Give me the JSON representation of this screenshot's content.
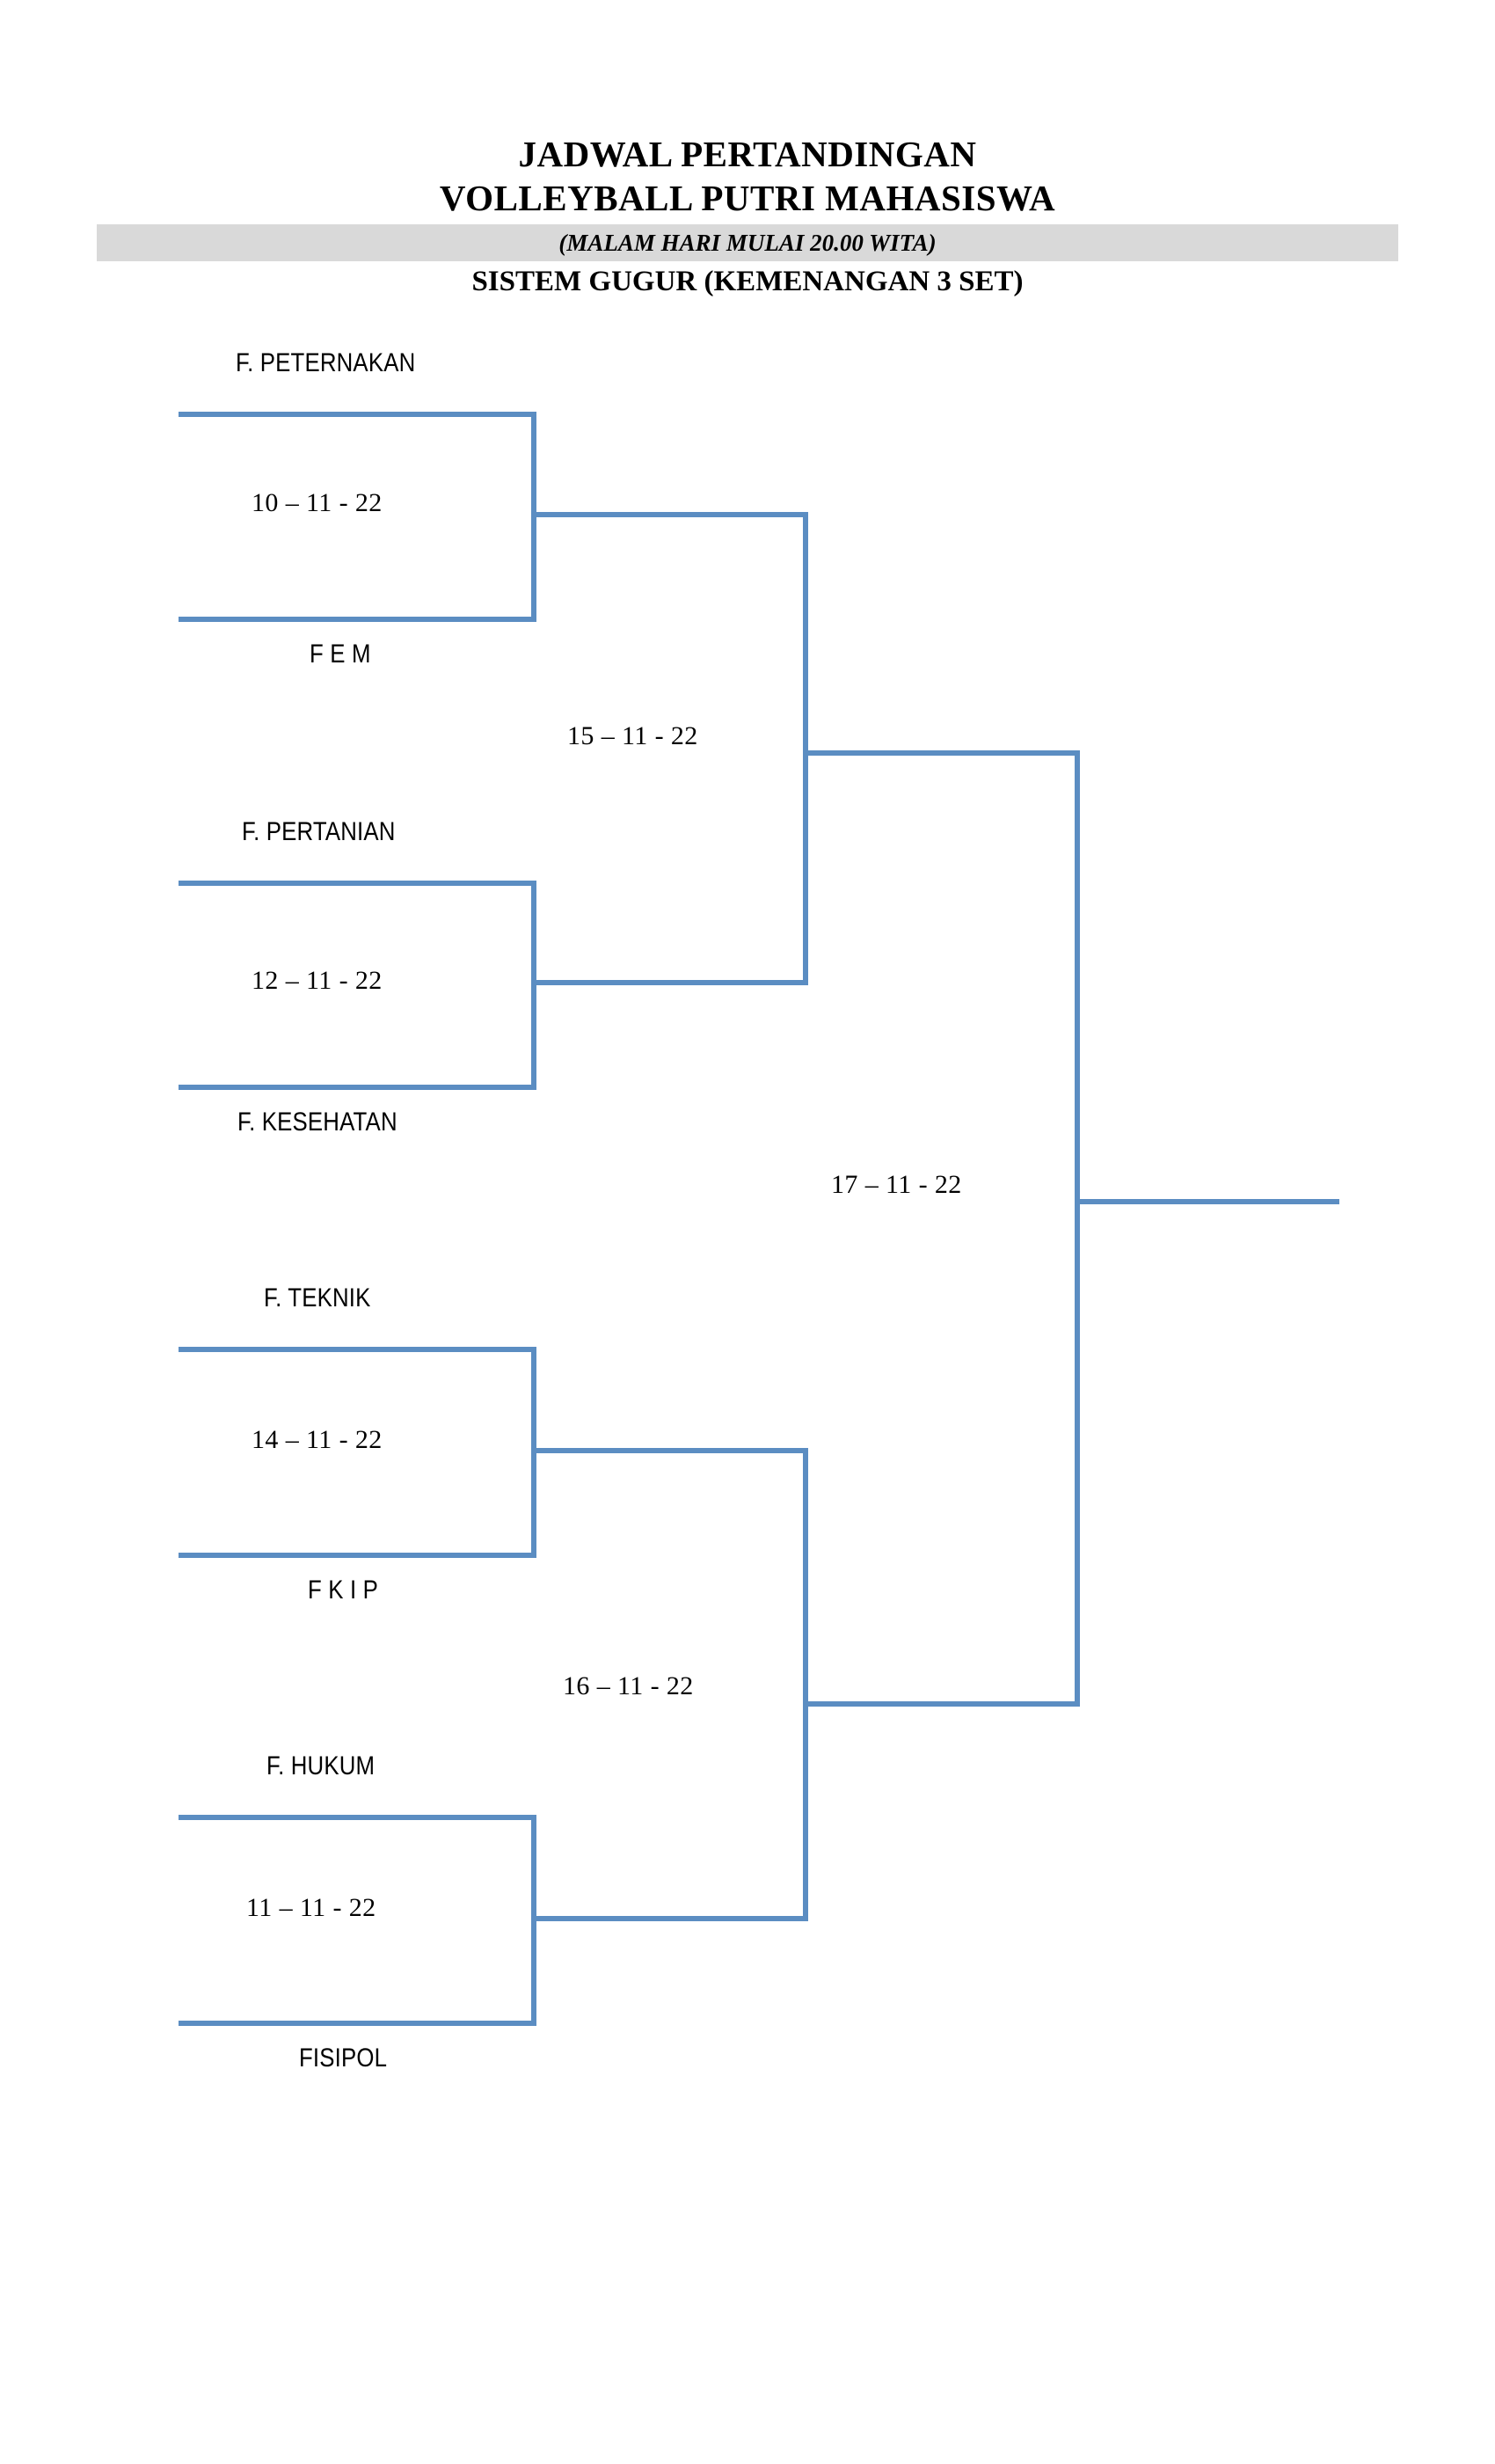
{
  "document": {
    "title_line_1": "JADWAL PERTANDINGAN",
    "title_line_2": "VOLLEYBALL PUTRI MAHASISWA",
    "subtitle": "(MALAM HARI MULAI 20.00 WITA)",
    "title_line_4": "SISTEM GUGUR (KEMENANGAN 3 SET)"
  },
  "colors": {
    "bracket_line": "#5b8dc2",
    "subtitle_band": "#d9d9d9",
    "text": "#000000"
  },
  "bracket": {
    "round1": [
      {
        "top_team": "F. PETERNAKAN",
        "bottom_team": "F E M",
        "date": "10 – 11 - 22"
      },
      {
        "top_team": "F. PERTANIAN",
        "bottom_team": "F. KESEHATAN",
        "date": "12 – 11 - 22"
      },
      {
        "top_team": "F. TEKNIK",
        "bottom_team": "F K I P",
        "date": "14 – 11 - 22"
      },
      {
        "top_team": "F. HUKUM",
        "bottom_team": "FISIPOL",
        "date": "11 – 11 - 22"
      }
    ],
    "round2": [
      {
        "date": "15 – 11 - 22"
      },
      {
        "date": "16 – 11 - 22"
      }
    ],
    "final": [
      {
        "date": "17 – 11 - 22"
      }
    ]
  }
}
